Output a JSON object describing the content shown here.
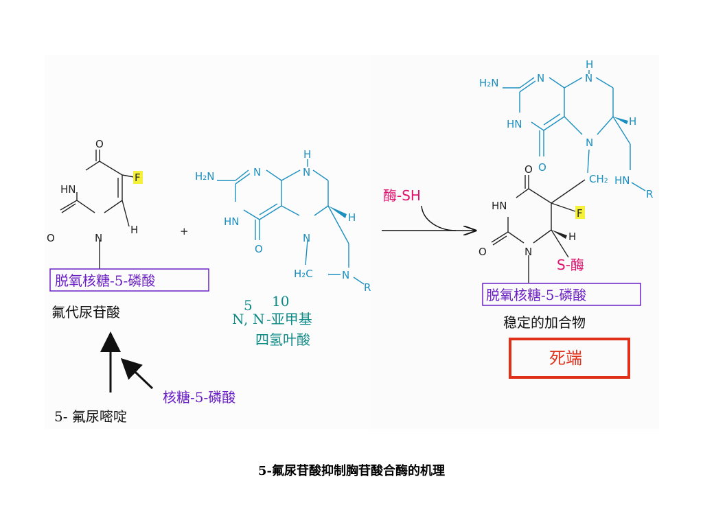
{
  "colors": {
    "purple": "#6a1fc4",
    "blue": "#1a8fc0",
    "teal": "#0b8a86",
    "pink": "#e0106c",
    "red_box": "#e0301a",
    "highlight": "#f5f03a"
  },
  "left_molecule": {
    "atoms": {
      "o_top": "O",
      "hn": "HN",
      "o_left": "O",
      "n": "N",
      "h": "H",
      "f": "F"
    },
    "sugar_box": "脱氧核糖-5-磷酸",
    "name": "氟代尿苷酸"
  },
  "plus": "+",
  "middle_molecule": {
    "atoms": {
      "h2n": "H₂N",
      "n1": "N",
      "nh_top": "H",
      "n_top": "N",
      "hn": "HN",
      "o": "O",
      "n5": "N",
      "h": "H",
      "h2c": "H₂C",
      "n10": "N",
      "r": "R"
    },
    "name_line1_a": "N",
    "name_line1_sup5": "5",
    "name_line1_b": ",",
    "name_line1_c": "N",
    "name_line1_sup10": "10",
    "name_line1_d": "-亚甲基",
    "name_line2": "四氢叶酸"
  },
  "reaction": {
    "reagent": "酶-SH"
  },
  "bottom_flow": {
    "start": "5- 氟尿嘧啶",
    "side_reagent": "核糖-5-磷酸"
  },
  "product": {
    "atoms": {
      "h2n": "H₂N",
      "n1": "N",
      "nh_top": "H",
      "n_top": "N",
      "hn": "HN",
      "o_pter": "O",
      "n5": "N",
      "h": "H",
      "ch2": "CH₂",
      "hn_side": "HN",
      "r": "R",
      "o_top": "O",
      "hn_ring": "HN",
      "f": "F",
      "h_ring": "H",
      "o_left": "O",
      "n_ring": "N"
    },
    "enzyme_label": "S-酶",
    "sugar_box": "脱氧核糖-5-磷酸",
    "name": "稳定的加合物",
    "dead_end": "死端"
  },
  "caption": "5-氟尿苷酸抑制胸苷酸合酶的机理"
}
